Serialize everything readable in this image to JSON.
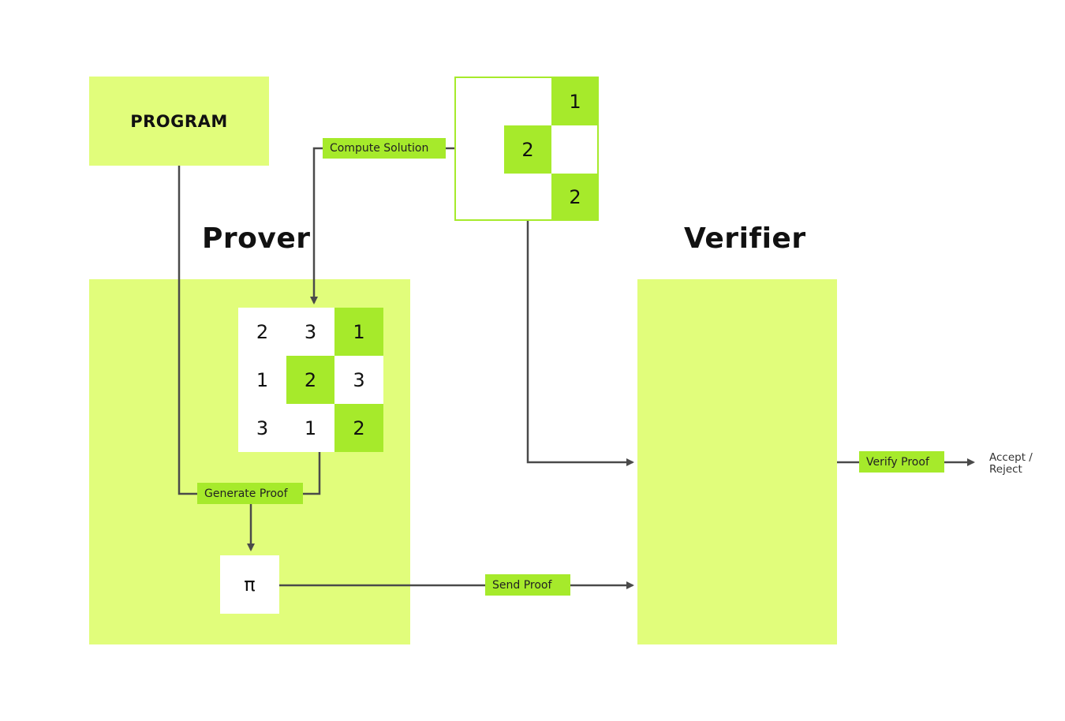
{
  "program": {
    "label": "PROGRAM"
  },
  "prover": {
    "heading": "Prover"
  },
  "verifier": {
    "heading": "Verifier"
  },
  "main_grid": {
    "rows": [
      [
        {
          "value": "2",
          "color": "white"
        },
        {
          "value": "3",
          "color": "white"
        },
        {
          "value": "1",
          "color": "green"
        }
      ],
      [
        {
          "value": "1",
          "color": "white"
        },
        {
          "value": "2",
          "color": "green"
        },
        {
          "value": "3",
          "color": "white"
        }
      ],
      [
        {
          "value": "3",
          "color": "white"
        },
        {
          "value": "1",
          "color": "white"
        },
        {
          "value": "2",
          "color": "green"
        }
      ]
    ]
  },
  "solution_grid": {
    "rows": [
      [
        {
          "value": "",
          "color": "empty"
        },
        {
          "value": "",
          "color": "empty"
        },
        {
          "value": "1",
          "color": "green"
        }
      ],
      [
        {
          "value": "",
          "color": "empty"
        },
        {
          "value": "2",
          "color": "green"
        },
        {
          "value": "",
          "color": "empty"
        }
      ],
      [
        {
          "value": "",
          "color": "empty"
        },
        {
          "value": "",
          "color": "empty"
        },
        {
          "value": "2",
          "color": "green"
        }
      ]
    ]
  },
  "edges": {
    "compute_solution": "Compute Solution",
    "generate_proof": "Generate Proof",
    "send_proof": "Send Proof",
    "verify_proof": "Verify Proof"
  },
  "proof": {
    "symbol": "π"
  },
  "result": {
    "line1": "Accept /",
    "line2": "Reject"
  },
  "colors": {
    "panel": "#e1fd7b",
    "highlight": "#a6ea2b",
    "line": "#4a4a4a"
  }
}
